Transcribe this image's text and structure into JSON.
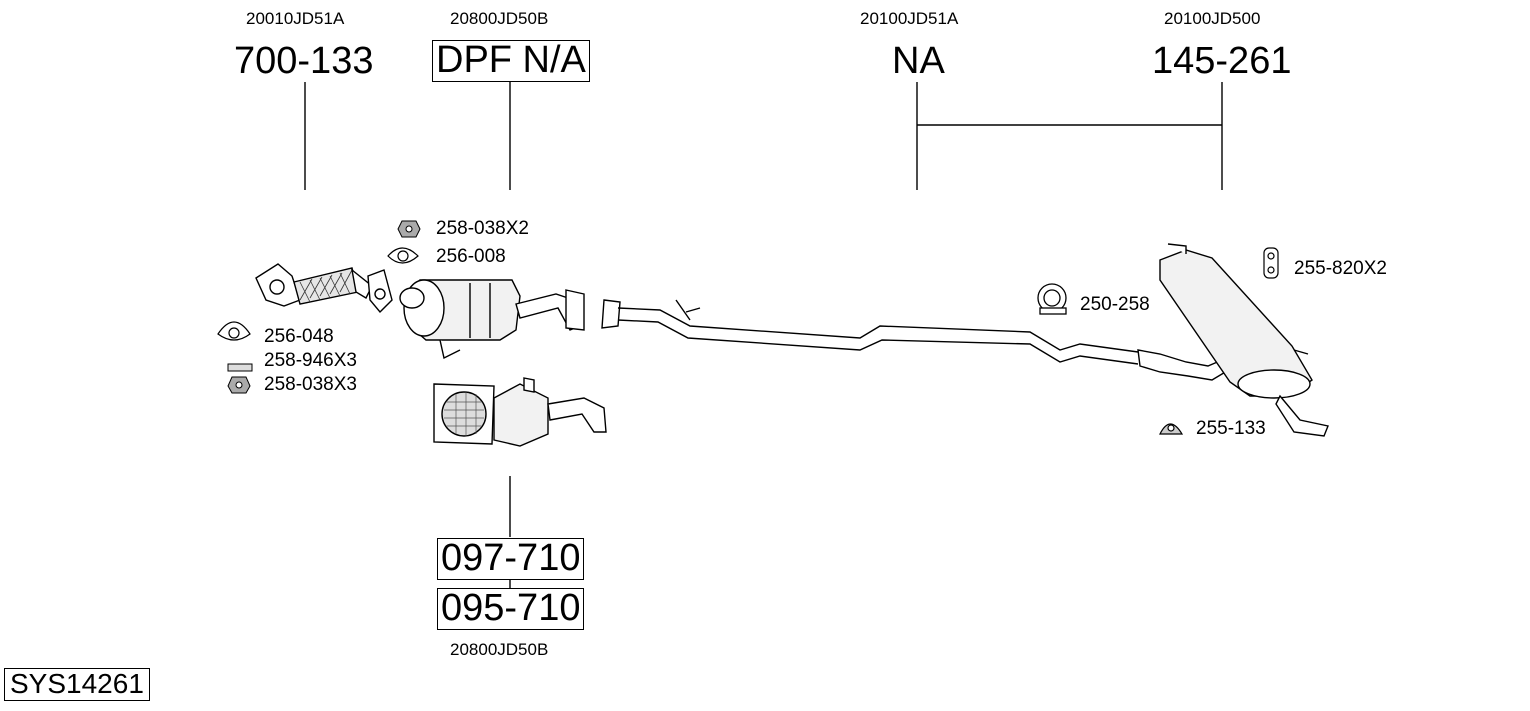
{
  "system_id": "SYS14261",
  "parts": {
    "front_pipe": {
      "oem": "20010JD51A",
      "number": "700-133"
    },
    "dpf": {
      "oem": "20800JD50B",
      "number": "DPF N/A"
    },
    "middle_pipe": {
      "oem": "20100JD51A",
      "number": "NA"
    },
    "rear_silencer": {
      "oem": "20100JD500",
      "number": "145-261"
    },
    "catalyst": {
      "oem": "20800JD50B",
      "numbers": [
        "097-710",
        "095-710"
      ]
    }
  },
  "accessories": {
    "nut_x2": "258-038X2",
    "gasket_dpf": "256-008",
    "gasket_front": "256-048",
    "bolt_x3": "258-946X3",
    "nut_x3": "258-038X3",
    "clamp": "250-258",
    "rubber_x2": "255-820X2",
    "rubber_single": "255-133"
  }
}
